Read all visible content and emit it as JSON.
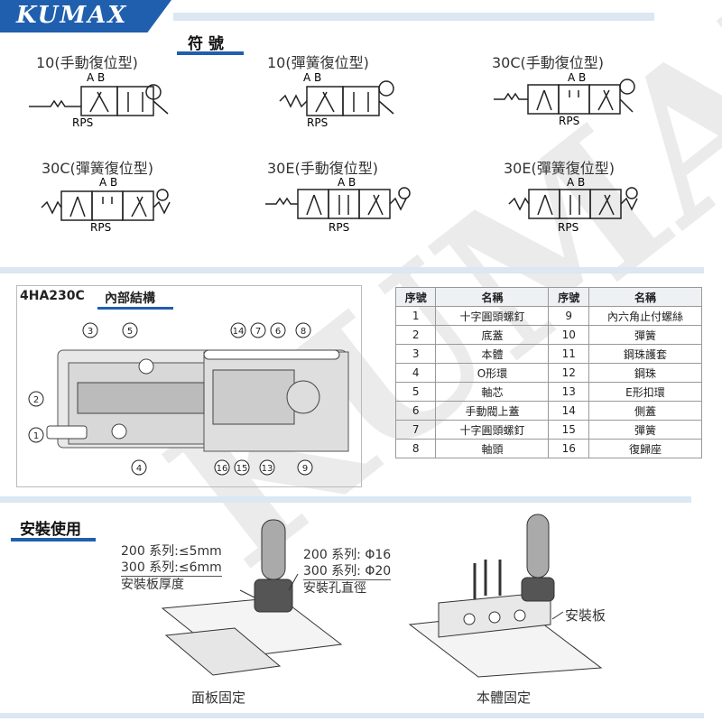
{
  "brand": {
    "logo_text": "KUMAX",
    "watermark_text": "KUMAX"
  },
  "symbols": {
    "title": "符 號",
    "items": [
      {
        "label": "10(手動復位型)",
        "ports_top": "A B",
        "ports_bottom": "RPS"
      },
      {
        "label": "10(彈簧復位型)",
        "ports_top": "A B",
        "ports_bottom": "RPS"
      },
      {
        "label": "30C(手動復位型)",
        "ports_top": "A B",
        "ports_bottom": "RPS"
      },
      {
        "label": "30C(彈簧復位型)",
        "ports_top": "A B",
        "ports_bottom": "RPS"
      },
      {
        "label": "30E(手動復位型)",
        "ports_top": "A B",
        "ports_bottom": "RPS"
      },
      {
        "label": "30E(彈簧復位型)",
        "ports_top": "A B",
        "ports_bottom": "RPS"
      }
    ]
  },
  "structure": {
    "model": "4HA230C",
    "title": "內部結構",
    "callouts": [
      "1",
      "2",
      "3",
      "4",
      "5",
      "6",
      "7",
      "8",
      "9",
      "13",
      "14",
      "15",
      "16"
    ]
  },
  "parts_table": {
    "headers": [
      "序號",
      "名稱",
      "序號",
      "名稱"
    ],
    "rows": [
      [
        "1",
        "十字圓頭螺釘",
        "9",
        "內六角止付螺絲"
      ],
      [
        "2",
        "底蓋",
        "10",
        "彈簧"
      ],
      [
        "3",
        "本體",
        "11",
        "鋼珠護套"
      ],
      [
        "4",
        "O形環",
        "12",
        "鋼珠"
      ],
      [
        "5",
        "軸芯",
        "13",
        "E形扣環"
      ],
      [
        "6",
        "手動閥上蓋",
        "14",
        "側蓋"
      ],
      [
        "7",
        "十字圓頭螺釘",
        "15",
        "彈簧"
      ],
      [
        "8",
        "軸頭",
        "16",
        "復歸座"
      ]
    ]
  },
  "installation": {
    "title": "安裝使用",
    "thickness": [
      "200 系列:≤5mm",
      "300 系列:≤6mm",
      "安裝板厚度"
    ],
    "hole": [
      "200 系列: Φ16",
      "300 系列: Φ20",
      "安裝孔直徑"
    ],
    "plate_label": "安裝板",
    "caption_left": "面板固定",
    "caption_right": "本體固定"
  },
  "colors": {
    "brand_blue": "#1f5fae",
    "bar_blue": "#dbe7f2"
  }
}
